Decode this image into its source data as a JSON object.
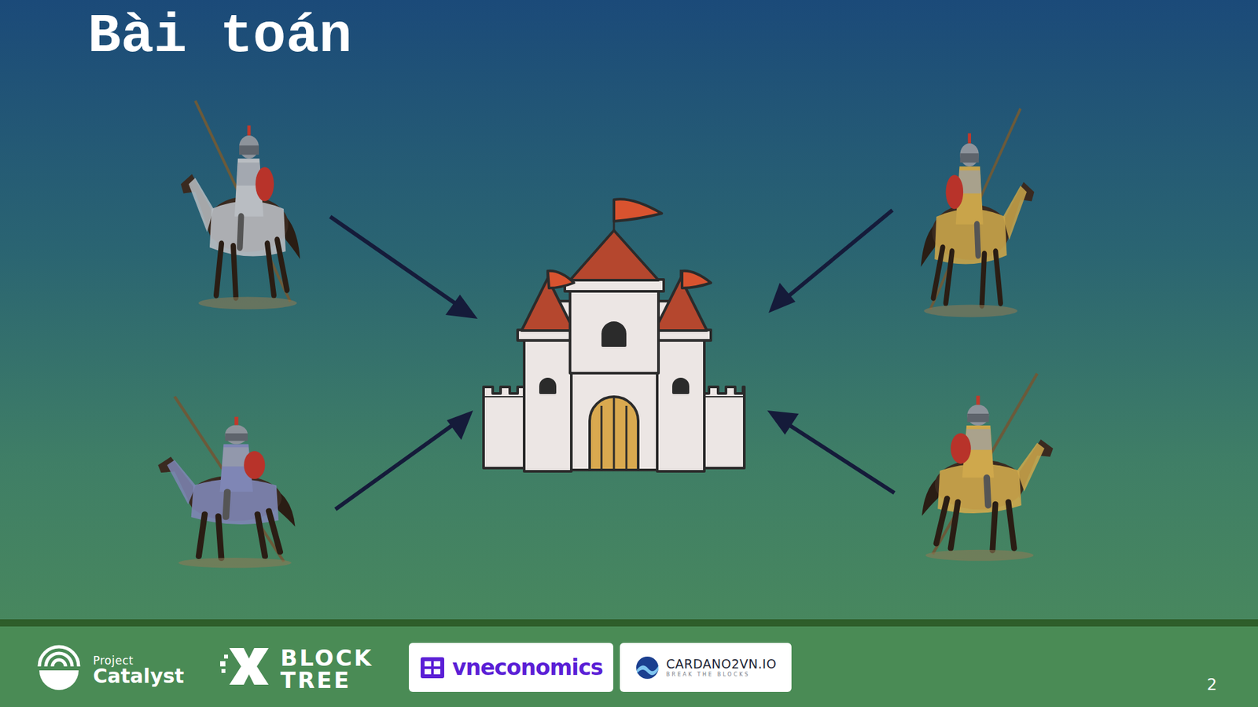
{
  "diagram": {
    "title": "Bài toán",
    "nodes": [
      {
        "text": [
          "vneconomics"
        ]
      },
      {
        "text": [
          "CARDANO2VN.IO",
          "BREAK THE BLOCKS"
        ]
      }
    ],
    "labels": [
      "Project",
      "Catalyst",
      "BLOCK",
      "TREE",
      "2"
    ]
  }
}
